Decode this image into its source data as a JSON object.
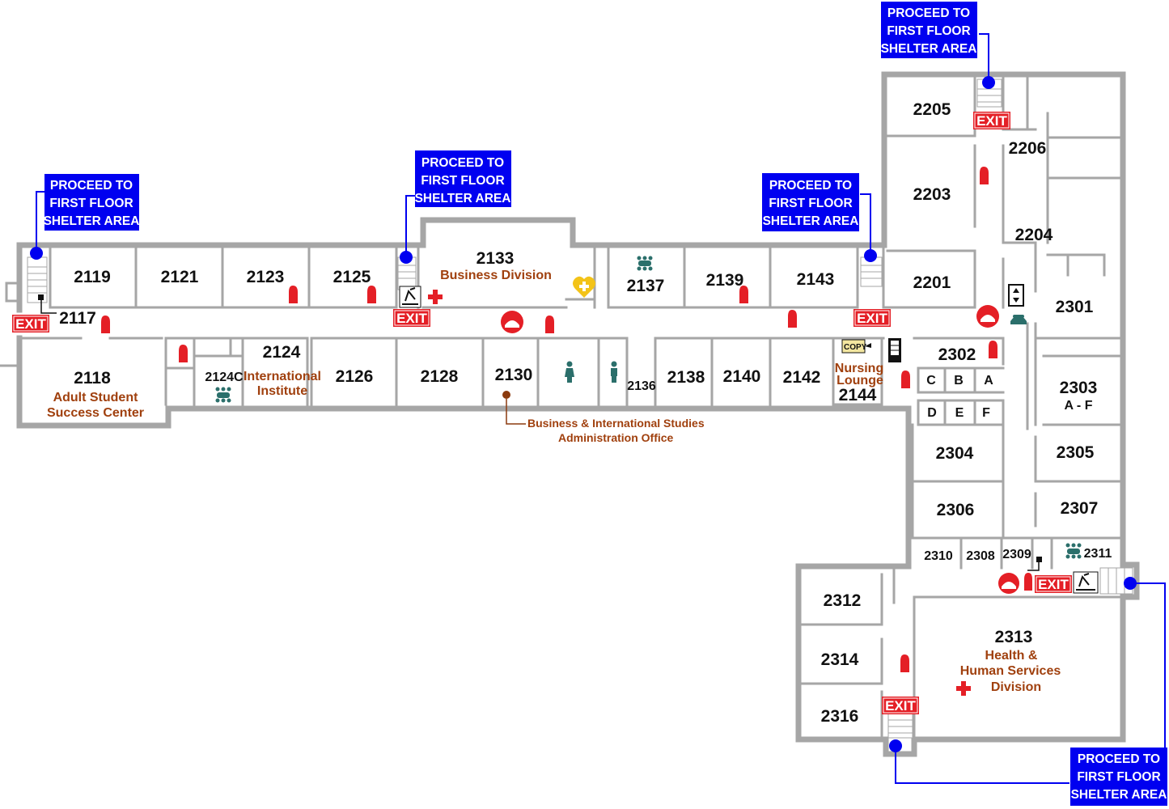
{
  "shelter_notice": {
    "lines": [
      "PROCEED TO",
      "FIRST FLOOR",
      "SHELTER AREA"
    ]
  },
  "exit_label": "EXIT",
  "copy_label": "COPY",
  "rooms": {
    "r2117": "2117",
    "r2118": "2118",
    "r2119": "2119",
    "r2121": "2121",
    "r2123": "2123",
    "r2124": "2124",
    "r2124c": "2124C",
    "r2125": "2125",
    "r2126": "2126",
    "r2128": "2128",
    "r2130": "2130",
    "r2133": "2133",
    "r2136": "2136",
    "r2137": "2137",
    "r2138": "2138",
    "r2139": "2139",
    "r2140": "2140",
    "r2142": "2142",
    "r2143": "2143",
    "r2144": "2144",
    "r2201": "2201",
    "r2203": "2203",
    "r2204": "2204",
    "r2205": "2205",
    "r2206": "2206",
    "r2301": "2301",
    "r2302": "2302",
    "r2303": "2303",
    "r2303_sub": "A - F",
    "r2304": "2304",
    "r2305": "2305",
    "r2306": "2306",
    "r2307": "2307",
    "r2308": "2308",
    "r2309": "2309",
    "r2310": "2310",
    "r2311": "2311",
    "r2312": "2312",
    "r2313": "2313",
    "r2314": "2314",
    "r2316": "2316"
  },
  "sub_rooms": [
    "A",
    "B",
    "C",
    "D",
    "E",
    "F"
  ],
  "departments": {
    "adult_student_1": "Adult Student",
    "adult_student_2": "Success Center",
    "international_1": "International",
    "international_2": "Institute",
    "business_division": "Business Division",
    "nursing_1": "Nursing",
    "nursing_2": "Lounge",
    "health_1": "Health &",
    "health_2": "Human Services",
    "health_3": "Division",
    "bis_office_1": "Business & International Studies",
    "bis_office_2": "Administration Office"
  },
  "legend_icons": [
    "exit-sign-icon",
    "fire-extinguisher-icon",
    "emergency-phone-icon",
    "first-aid-icon",
    "aed-icon",
    "restroom-icon",
    "elevator-icon",
    "phone-icon",
    "meeting-room-icon",
    "vending-icon",
    "copier-icon",
    "evacuation-chair-icon",
    "stairs-icon",
    "shelter-marker-icon"
  ],
  "colors": {
    "wall": "#a6a6a6",
    "shelter_box": "#0000f0",
    "exit_red": "#e41f26",
    "dept_text": "#a0400e",
    "icon_teal": "#2b6f6b",
    "aed_yellow": "#f3c318"
  }
}
